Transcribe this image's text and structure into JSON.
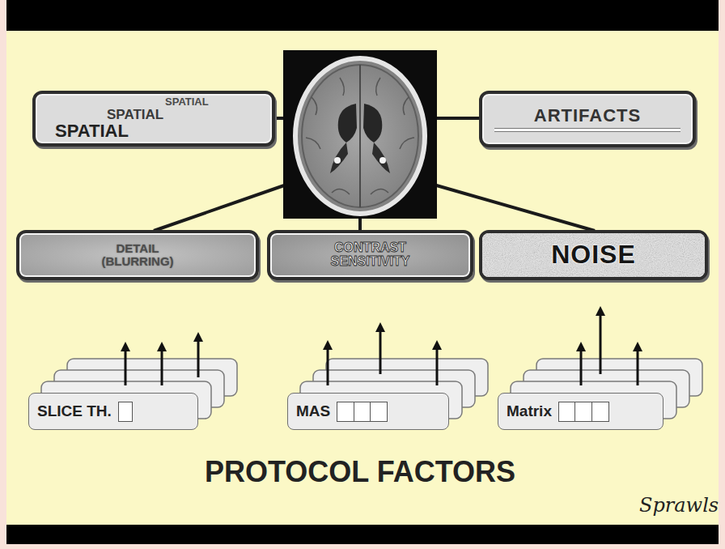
{
  "diagram": {
    "nodes": [
      {
        "text": [
          "SPATIAL",
          "SPATIAL",
          "SPATIAL"
        ]
      },
      {
        "text": [
          "ARTIFACTS"
        ]
      },
      {
        "text": [
          "DETAIL (BLURRING)"
        ]
      },
      {
        "text": [
          "CONTRAST SENSITIVITY"
        ]
      },
      {
        "text": [
          "NOISE"
        ]
      },
      {
        "text": [
          "SLICE TH."
        ]
      },
      {
        "text": [
          "MAS"
        ]
      },
      {
        "text": [
          "Matrix"
        ]
      }
    ],
    "labels": [
      "PROTOCOL FACTORS",
      "Sprawls"
    ]
  }
}
